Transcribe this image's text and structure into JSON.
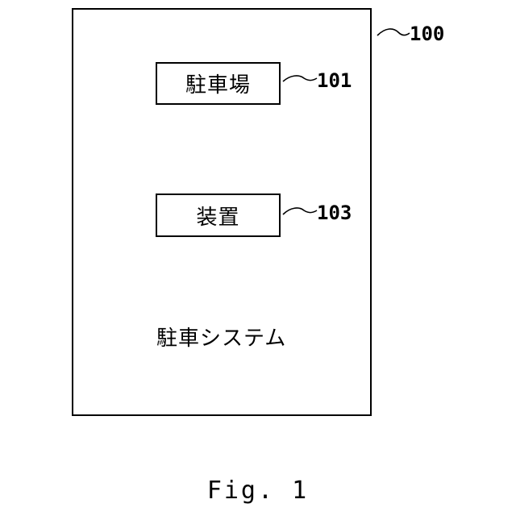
{
  "diagram": {
    "outer": {
      "ref": "100",
      "label": "駐車システム"
    },
    "components": [
      {
        "ref": "101",
        "label": "駐車場"
      },
      {
        "ref": "103",
        "label": "装置"
      }
    ],
    "caption": "Fig. 1"
  }
}
